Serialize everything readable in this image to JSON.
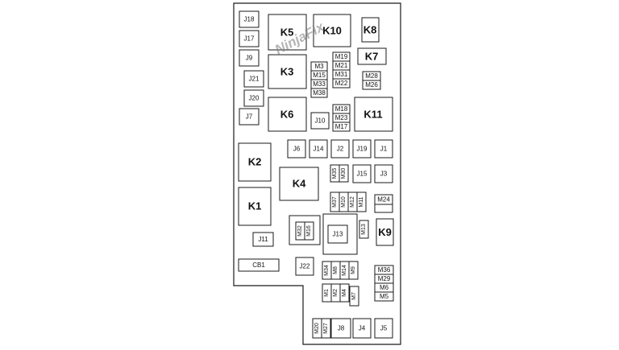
{
  "watermark": "NinjaFix",
  "relays": {
    "k1": "K1",
    "k2": "K2",
    "k3": "K3",
    "k4": "K4",
    "k5": "K5",
    "k6": "K6",
    "k7": "K7",
    "k8": "K8",
    "k9": "K9",
    "k10": "K10",
    "k11": "K11"
  },
  "jcase_fuses": {
    "j1": "J1",
    "j2": "J2",
    "j3": "J3",
    "j4": "J4",
    "j5": "J5",
    "j6": "J6",
    "j7": "J7",
    "j8": "J8",
    "j9": "J9",
    "j10": "J10",
    "j11": "J11",
    "j13": "J13",
    "j14": "J14",
    "j15": "J15",
    "j17": "J17",
    "j18": "J18",
    "j19": "J19",
    "j20": "J20",
    "j21": "J21",
    "j22": "J22"
  },
  "mini_fuses": {
    "m1": "M1",
    "m2": "M2",
    "m3": "M3",
    "m4": "M4",
    "m5": "M5",
    "m6": "M6",
    "m7": "M7",
    "m8": "M8",
    "m9": "M9",
    "m10": "M10",
    "m11": "M11",
    "m12": "M12",
    "m13": "M13",
    "m14": "M14",
    "m15": "M15",
    "m16": "M16",
    "m17": "M17",
    "m18": "M18",
    "m19": "M19",
    "m20": "M20",
    "m21": "M21",
    "m22": "M22",
    "m23": "M23",
    "m24": "M24",
    "m26": "M26",
    "m27": "M27",
    "m28": "M28",
    "m29": "M29",
    "m30": "M30",
    "m31": "M31",
    "m32": "M32",
    "m33": "M33",
    "m34": "M34",
    "m35": "M35",
    "m36": "M36",
    "m37": "M37",
    "m38": "M38"
  },
  "circuit_breaker": {
    "cb1": "CB1"
  }
}
